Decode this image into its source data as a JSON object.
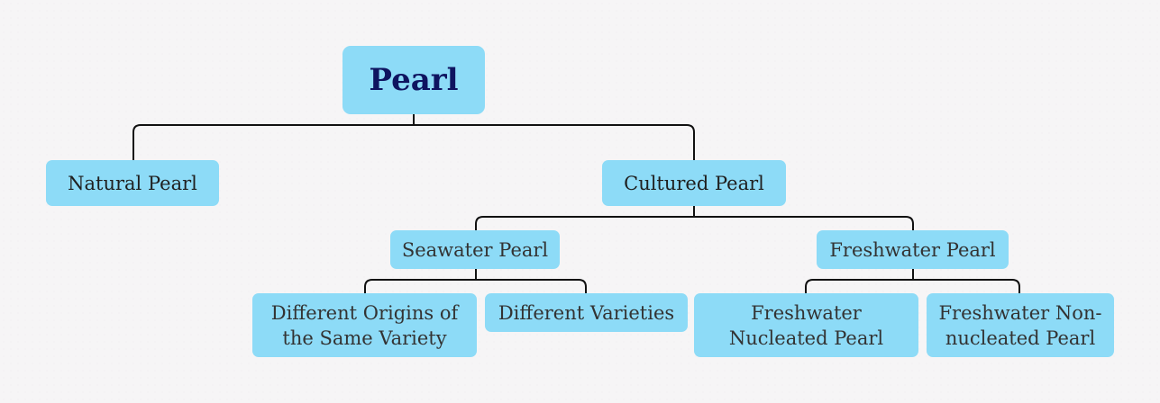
{
  "diagram": {
    "type": "tree",
    "root": {
      "label": "Pearl"
    },
    "nodes": {
      "natural_pearl": {
        "label": "Natural Pearl",
        "parent": "Pearl"
      },
      "cultured_pearl": {
        "label": "Cultured Pearl",
        "parent": "Pearl"
      },
      "seawater_pearl": {
        "label": "Seawater Pearl",
        "parent": "Cultured Pearl"
      },
      "freshwater_pearl": {
        "label": "Freshwater Pearl",
        "parent": "Cultured Pearl"
      },
      "different_origins": {
        "label": "Different Origins of\nthe Same Variety",
        "parent": "Seawater Pearl"
      },
      "different_varieties": {
        "label": "Different Varieties",
        "parent": "Seawater Pearl"
      },
      "freshwater_nucleated": {
        "label": "Freshwater\nNucleated Pearl",
        "parent": "Freshwater Pearl"
      },
      "freshwater_non_nucleated": {
        "label": "Freshwater Non-\nnucleated Pearl",
        "parent": "Freshwater Pearl"
      }
    },
    "colors": {
      "background": "#f6f5f6",
      "node_fill": "#8ddbf7",
      "root_text": "#0f1460",
      "node_text": "#333333",
      "connector": "#111111"
    }
  }
}
